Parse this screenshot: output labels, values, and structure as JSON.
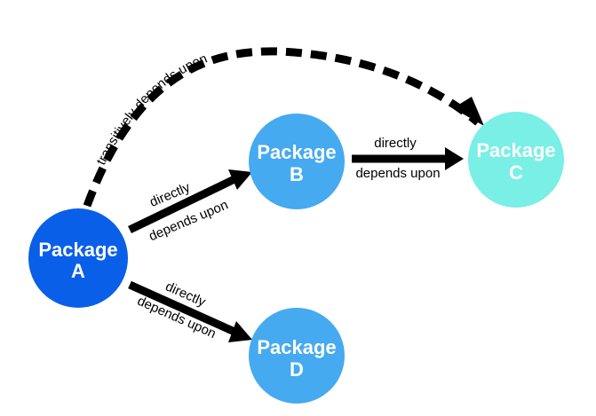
{
  "colors": {
    "package_a": "#0a5fe8",
    "package_b": "#45aaf0",
    "package_c": "#79efe6",
    "package_d": "#45aaf0",
    "arrow": "#000000",
    "node_text": "#ffffff"
  },
  "nodes": {
    "a": {
      "line1": "Package",
      "line2": "A"
    },
    "b": {
      "line1": "Package",
      "line2": "B"
    },
    "c": {
      "line1": "Package",
      "line2": "C"
    },
    "d": {
      "line1": "Package",
      "line2": "D"
    }
  },
  "edges": {
    "a_to_b": {
      "line1": "directly",
      "line2": "depends upon"
    },
    "a_to_d": {
      "line1": "directly",
      "line2": "depends upon"
    },
    "b_to_c": {
      "line1": "directly",
      "line2": "depends upon"
    },
    "a_to_c": {
      "label": "transitively depends upon",
      "style": "dashed"
    }
  }
}
